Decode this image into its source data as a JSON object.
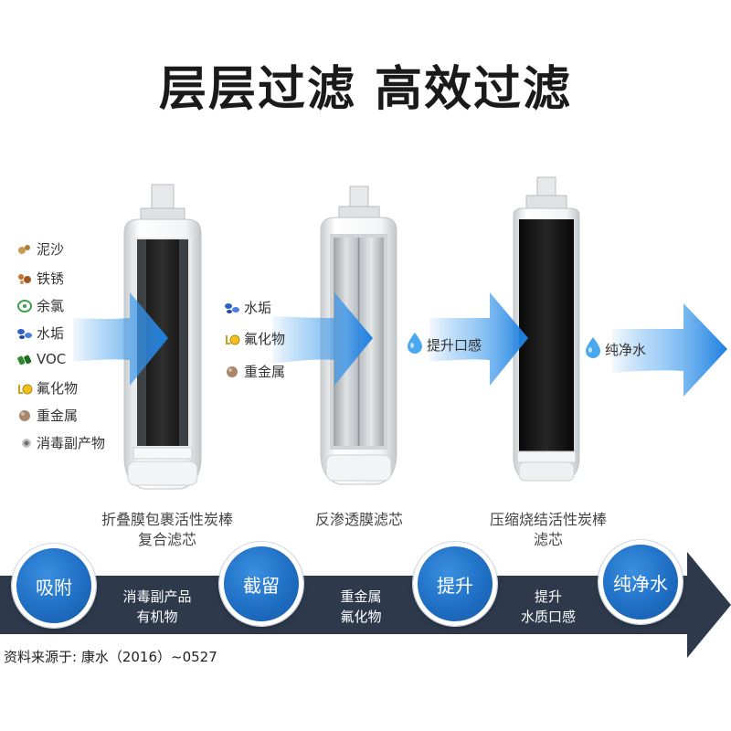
{
  "title": "层层过滤 高效过滤",
  "cartridge1": {
    "contaminants": [
      "泥沙",
      "铁锈",
      "余氯",
      "水垢",
      "VOC",
      "氟化物",
      "重金属",
      "消毒副产物"
    ],
    "label_line1": "折叠膜包裹活性炭棒",
    "label_line2": "复合滤芯"
  },
  "cartridge2": {
    "contaminants": [
      "水垢",
      "氟化物",
      "重金属"
    ],
    "label": "反渗透膜滤芯"
  },
  "cartridge3": {
    "water_text": "提升口感",
    "label_line1": "压缩烧结活性炭棒",
    "label_line2": "滤芯"
  },
  "output": {
    "water_text": "纯净水"
  },
  "process": {
    "stages": [
      "吸附",
      "截留",
      "提升",
      "纯净水"
    ],
    "descriptions": [
      {
        "line1": "消毒副产品",
        "line2": "有机物"
      },
      {
        "line1": "重金属",
        "line2": "氟化物"
      },
      {
        "line1": "提升",
        "line2": "水质口感"
      }
    ]
  },
  "source": "资料来源于: 康水（2016）~0527",
  "colors": {
    "band": "#2e3a4c",
    "circle": "#1f6fc4",
    "arrow": "#1e88e5",
    "title": "#1a1a1a"
  }
}
